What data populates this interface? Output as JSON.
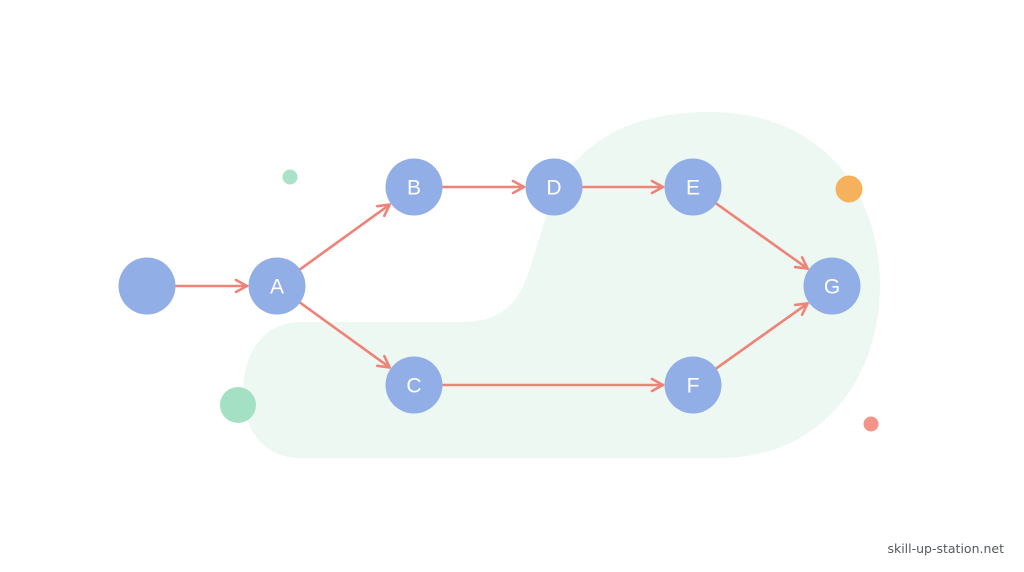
{
  "diagram": {
    "type": "directed-graph",
    "nodes": [
      {
        "id": "start",
        "label": ""
      },
      {
        "id": "A",
        "label": "A"
      },
      {
        "id": "B",
        "label": "B"
      },
      {
        "id": "C",
        "label": "C"
      },
      {
        "id": "D",
        "label": "D"
      },
      {
        "id": "E",
        "label": "E"
      },
      {
        "id": "F",
        "label": "F"
      },
      {
        "id": "G",
        "label": "G"
      }
    ],
    "edges": [
      {
        "from": "start",
        "to": "A"
      },
      {
        "from": "A",
        "to": "B"
      },
      {
        "from": "A",
        "to": "C"
      },
      {
        "from": "B",
        "to": "D"
      },
      {
        "from": "D",
        "to": "E"
      },
      {
        "from": "E",
        "to": "G"
      },
      {
        "from": "C",
        "to": "F"
      },
      {
        "from": "F",
        "to": "G"
      }
    ]
  },
  "colors": {
    "node": "#92aee6",
    "node_text": "#ffffff",
    "edge": "#ee8378",
    "region": "#eef8f3",
    "dot_mint": "#a8e2c8",
    "dot_mint_large": "#a4e0c4",
    "dot_orange": "#f6b15c",
    "dot_coral": "#f49488"
  },
  "watermark": "skill-up-station.net"
}
